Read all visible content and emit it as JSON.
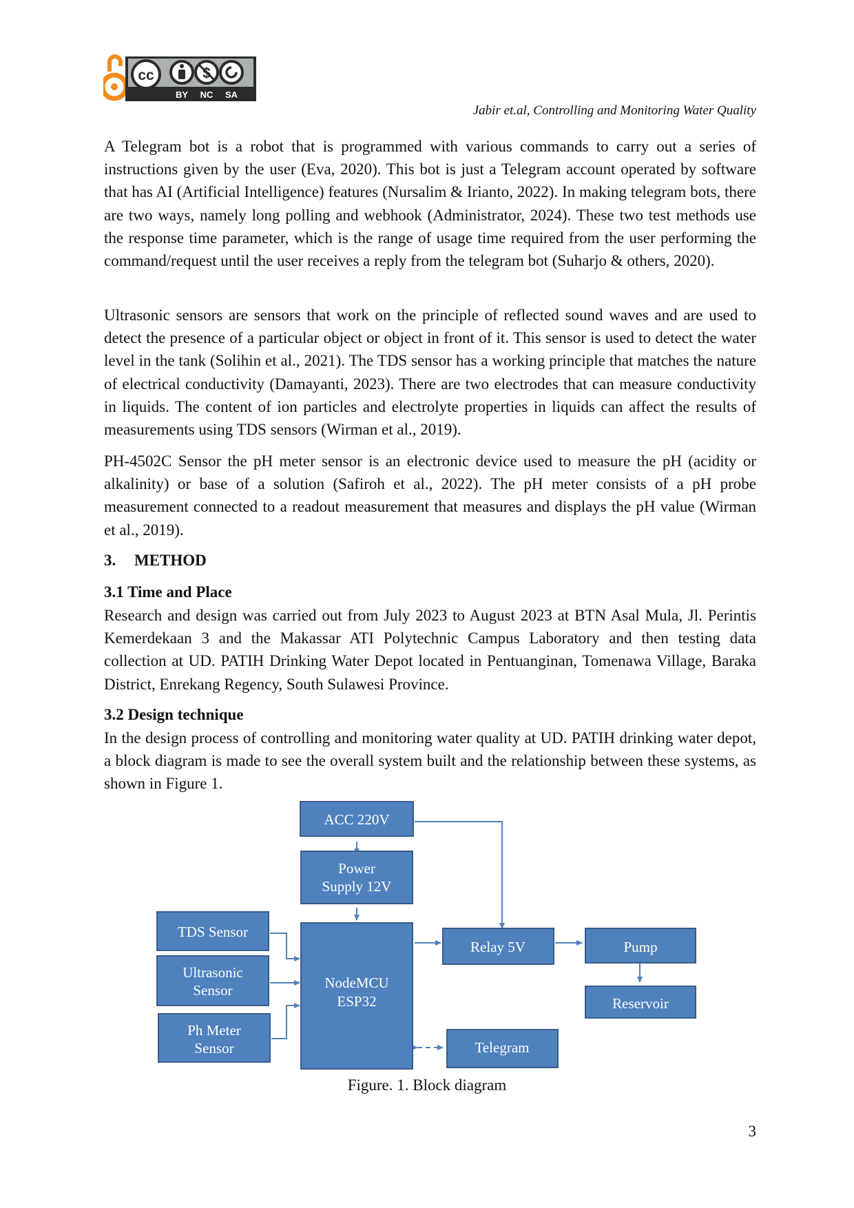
{
  "license": {
    "badge_labels": [
      "BY",
      "NC",
      "SA"
    ],
    "cc_mark": "cc",
    "colors": {
      "open_access": "#f08c1e",
      "badge_dark": "#2b2b2b",
      "badge_bg": "#abb1ac"
    }
  },
  "running_head": "Jabir et.al, Controlling and Monitoring Water Quality",
  "paragraphs": {
    "p1": "A Telegram bot is a robot that is programmed with various commands to carry out a series of instructions given by the user (Eva, 2020). This bot is just a Telegram account operated by software that has AI (Artificial Intelligence) features (Nursalim & Irianto, 2022). In making telegram bots, there are two ways, namely long polling and webhook (Administrator, 2024). These two test methods use the response time parameter, which is the range of usage time required from the user performing the command/request until the user receives a reply from the telegram bot (Suharjo & others, 2020).",
    "p2": "Ultrasonic sensors are sensors that work on the principle of reflected sound waves and are used to detect the presence of a particular object or object in front of it. This sensor is used to detect the water level in the tank (Solihin et al., 2021). The TDS sensor has a working principle that matches the nature of electrical conductivity (Damayanti, 2023). There are two electrodes that can measure conductivity in liquids. The content of ion particles and electrolyte properties in liquids can affect the results of measurements using TDS sensors (Wirman et al., 2019).",
    "p3": "PH-4502C Sensor the pH meter sensor is an electronic device used to measure the pH (acidity or alkalinity) or base of a solution (Safiroh et al., 2022). The pH meter consists of a pH probe measurement connected to a readout measurement that measures and displays the pH value (Wirman et al., 2019).",
    "p4": "Research and design was carried out from July 2023 to August 2023 at BTN Asal Mula, Jl. Perintis Kemerdekaan 3 and the Makassar ATI Polytechnic Campus Laboratory and then testing data collection at UD. PATIH Drinking Water Depot located in Pentuanginan, Tomenawa Village, Baraka District, Enrekang Regency, South Sulawesi Province.",
    "p5": "In the design process of controlling and monitoring water quality at UD. PATIH drinking water depot, a block diagram is made to see the overall system built and the relationship between these systems, as shown in Figure 1."
  },
  "headings": {
    "section_number": "3.",
    "section_title": "METHOD",
    "sub1": "3.1  Time and Place",
    "sub2": "3.2  Design technique"
  },
  "diagram": {
    "colors": {
      "box_fill": "#4f81bd",
      "box_border": "#385d8a",
      "arrow": "#4f81bd"
    },
    "blocks": {
      "acc": [
        "ACC 220V"
      ],
      "power": [
        "Power",
        "Supply 12V"
      ],
      "tds": [
        "TDS Sensor"
      ],
      "ultrasonic": [
        "Ultrasonic",
        "Sensor"
      ],
      "ph": [
        "Ph Meter",
        "Sensor"
      ],
      "nodemcu": [
        "NodeMCU",
        "ESP32"
      ],
      "relay": [
        "Relay 5V"
      ],
      "pump": [
        "Pump"
      ],
      "reservoir": [
        "Reservoir"
      ],
      "telegram": [
        "Telegram"
      ]
    }
  },
  "figure_caption": "Figure. 1. Block diagram",
  "page_number": "3"
}
